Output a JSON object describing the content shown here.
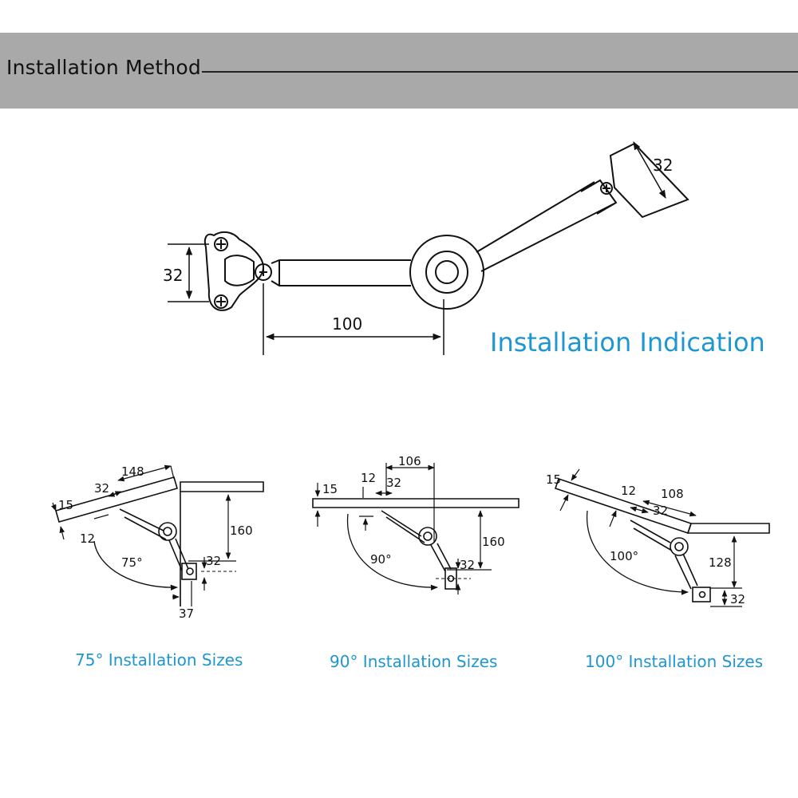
{
  "header": {
    "title": "Installation Method"
  },
  "main_diagram": {
    "caption": "Installation Indication",
    "dim_bracket_height": "32",
    "dim_length": "100",
    "dim_end_plate": "32"
  },
  "panels": [
    {
      "caption": "75°  Installation Sizes",
      "angle": "75°",
      "dims": {
        "d148": "148",
        "d32a": "32",
        "d15": "15",
        "d12": "12",
        "d160": "160",
        "d32b": "32",
        "d37": "37"
      }
    },
    {
      "caption": "90°  Installation Sizes",
      "angle": "90°",
      "dims": {
        "d106": "106",
        "d12": "12",
        "d32a": "32",
        "d15": "15",
        "d160": "160",
        "d32b": "32"
      }
    },
    {
      "caption": "100°  Installation Sizes",
      "angle": "100°",
      "dims": {
        "d15": "15",
        "d12": "12",
        "d108": "108",
        "d32a": "32",
        "d128": "128",
        "d32b": "32"
      }
    }
  ],
  "colors": {
    "banner": "#a9a9a9",
    "caption": "#1e96d2",
    "line": "#111111"
  }
}
